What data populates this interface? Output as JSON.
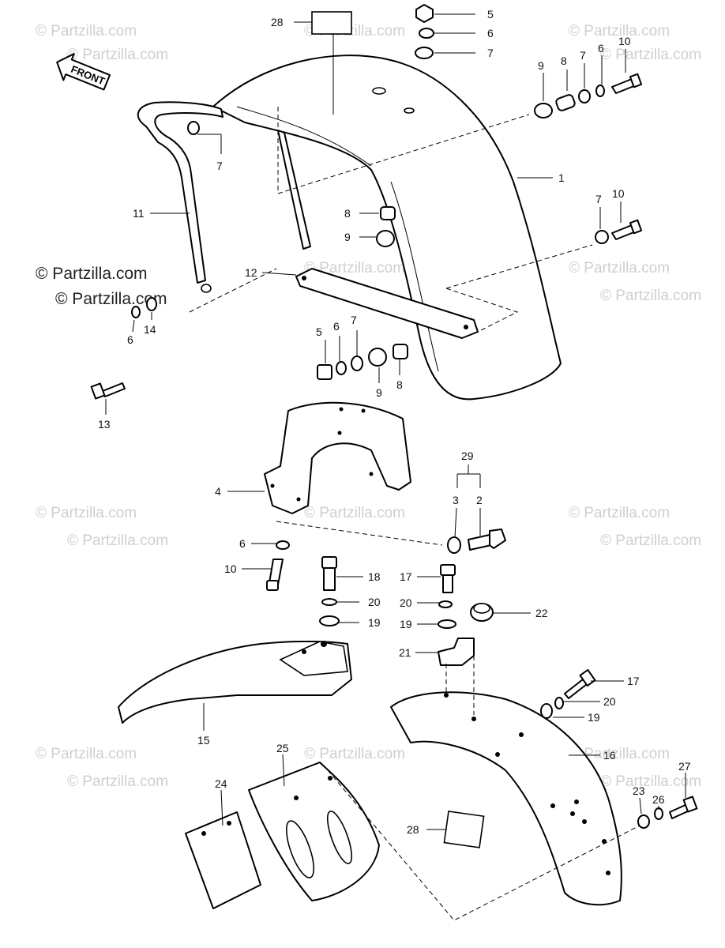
{
  "watermark": {
    "main": "© Partzilla.com",
    "faint": "© Partzilla.com"
  },
  "front_arrow": {
    "label": "FRONT"
  },
  "callouts": [
    {
      "id": "c28a",
      "text": "28"
    },
    {
      "id": "c5a",
      "text": "5"
    },
    {
      "id": "c6a",
      "text": "6"
    },
    {
      "id": "c7a",
      "text": "7"
    },
    {
      "id": "c9a",
      "text": "9"
    },
    {
      "id": "c8a",
      "text": "8"
    },
    {
      "id": "c7b",
      "text": "7"
    },
    {
      "id": "c6b",
      "text": "6"
    },
    {
      "id": "c10a",
      "text": "10"
    },
    {
      "id": "c7c",
      "text": "7"
    },
    {
      "id": "c1",
      "text": "1"
    },
    {
      "id": "c7d",
      "text": "7"
    },
    {
      "id": "c10b",
      "text": "10"
    },
    {
      "id": "c11",
      "text": "11"
    },
    {
      "id": "c8b",
      "text": "8"
    },
    {
      "id": "c9b",
      "text": "9"
    },
    {
      "id": "c12",
      "text": "12"
    },
    {
      "id": "c5b",
      "text": "5"
    },
    {
      "id": "c6c",
      "text": "6"
    },
    {
      "id": "c7e",
      "text": "7"
    },
    {
      "id": "c9c",
      "text": "9"
    },
    {
      "id": "c8c",
      "text": "8"
    },
    {
      "id": "c13",
      "text": "13"
    },
    {
      "id": "c6d",
      "text": "6"
    },
    {
      "id": "c14",
      "text": "14"
    },
    {
      "id": "c29",
      "text": "29"
    },
    {
      "id": "c3",
      "text": "3"
    },
    {
      "id": "c2",
      "text": "2"
    },
    {
      "id": "c4",
      "text": "4"
    },
    {
      "id": "c6e",
      "text": "6"
    },
    {
      "id": "c10c",
      "text": "10"
    },
    {
      "id": "c18",
      "text": "18"
    },
    {
      "id": "c20a",
      "text": "20"
    },
    {
      "id": "c19a",
      "text": "19"
    },
    {
      "id": "c17a",
      "text": "17"
    },
    {
      "id": "c20b",
      "text": "20"
    },
    {
      "id": "c19b",
      "text": "19"
    },
    {
      "id": "c22",
      "text": "22"
    },
    {
      "id": "c21",
      "text": "21"
    },
    {
      "id": "c15",
      "text": "15"
    },
    {
      "id": "c17b",
      "text": "17"
    },
    {
      "id": "c20c",
      "text": "20"
    },
    {
      "id": "c19c",
      "text": "19"
    },
    {
      "id": "c25",
      "text": "25"
    },
    {
      "id": "c24",
      "text": "24"
    },
    {
      "id": "c16",
      "text": "16"
    },
    {
      "id": "c27",
      "text": "27"
    },
    {
      "id": "c23",
      "text": "23"
    },
    {
      "id": "c26",
      "text": "26"
    },
    {
      "id": "c28b",
      "text": "28"
    }
  ]
}
